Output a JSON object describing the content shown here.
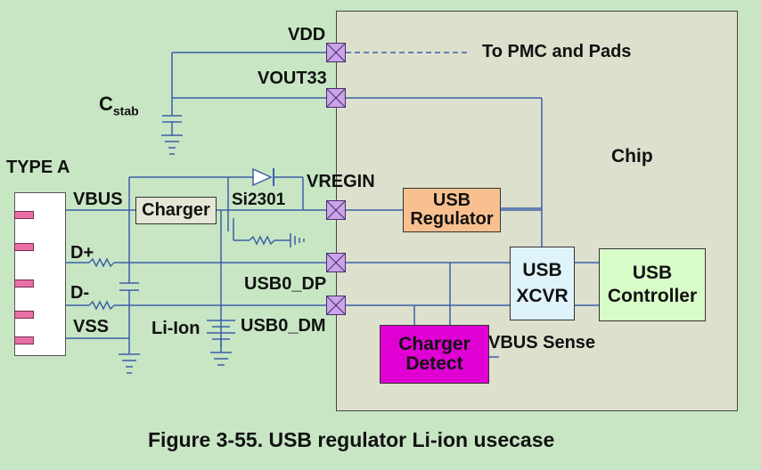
{
  "diagram": {
    "chip_label": "Chip",
    "connector_label": "TYPE A",
    "connector_pins": [
      "VBUS",
      "D+",
      "D-",
      "VSS"
    ],
    "cap_label": "C",
    "cap_sub": "stab",
    "pins": {
      "vdd": "VDD",
      "vout33": "VOUT33",
      "vregin": "VREGIN",
      "usb0_dp": "USB0_DP",
      "usb0_dm": "USB0_DM"
    },
    "external_labels": {
      "to_pmc": "To PMC and Pads",
      "si2301": "Si2301",
      "li_ion": "Li-Ion",
      "vbus_sense": "VBUS Sense"
    },
    "blocks": {
      "charger": "Charger",
      "usb_regulator_1": "USB",
      "usb_regulator_2": "Regulator",
      "usb_xcvr_1": "USB",
      "usb_xcvr_2": "XCVR",
      "usb_controller_1": "USB",
      "usb_controller_2": "Controller",
      "charger_detect_1": "Charger",
      "charger_detect_2": "Detect"
    },
    "colors": {
      "background": "#c8e6c4",
      "chip": "#dde0cc",
      "wire": "#3c5fa8",
      "regulator": "#f9c08f",
      "xcvr": "#dff3fb",
      "controller": "#d8fcc8",
      "charger_detect": "#e000d4",
      "pin": "#c9a4e8",
      "connector_pin": "#e96fa7"
    }
  },
  "caption": "Figure 3-55. USB regulator Li-ion usecase"
}
